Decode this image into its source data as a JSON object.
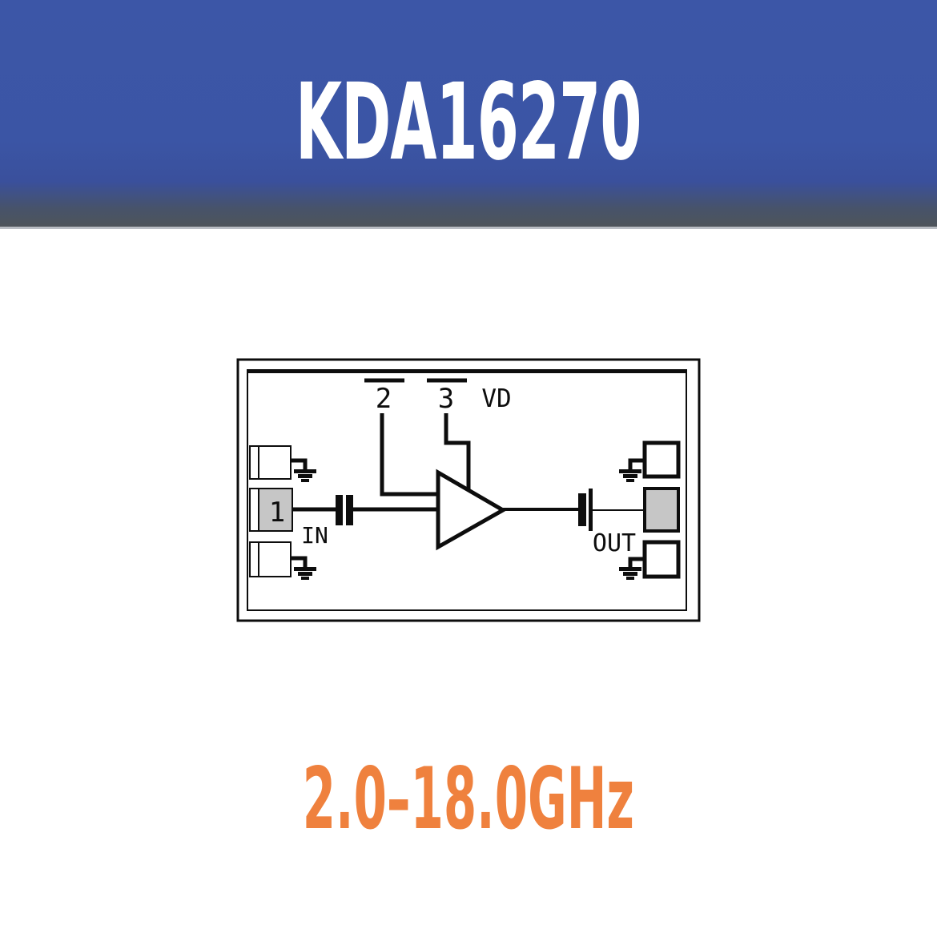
{
  "header": {
    "title": "KDA16270",
    "bg_color": "#3b55a5",
    "shadow_band_color": "#4e545a",
    "divider_line_color": "#b9bdc3",
    "text_color": "#ffffff"
  },
  "schematic": {
    "pin2_label": "2",
    "pin3_label": "3",
    "vd_label": "VD",
    "pin1_label": "1",
    "in_label": "IN",
    "out_label": "OUT",
    "line_color": "#0d0d0d",
    "pad_fill_color": "#c6c6c6",
    "background_color": "#ffffff"
  },
  "footer": {
    "frequency_range": "2.0–18.0GHz",
    "color": "#ef813e"
  }
}
